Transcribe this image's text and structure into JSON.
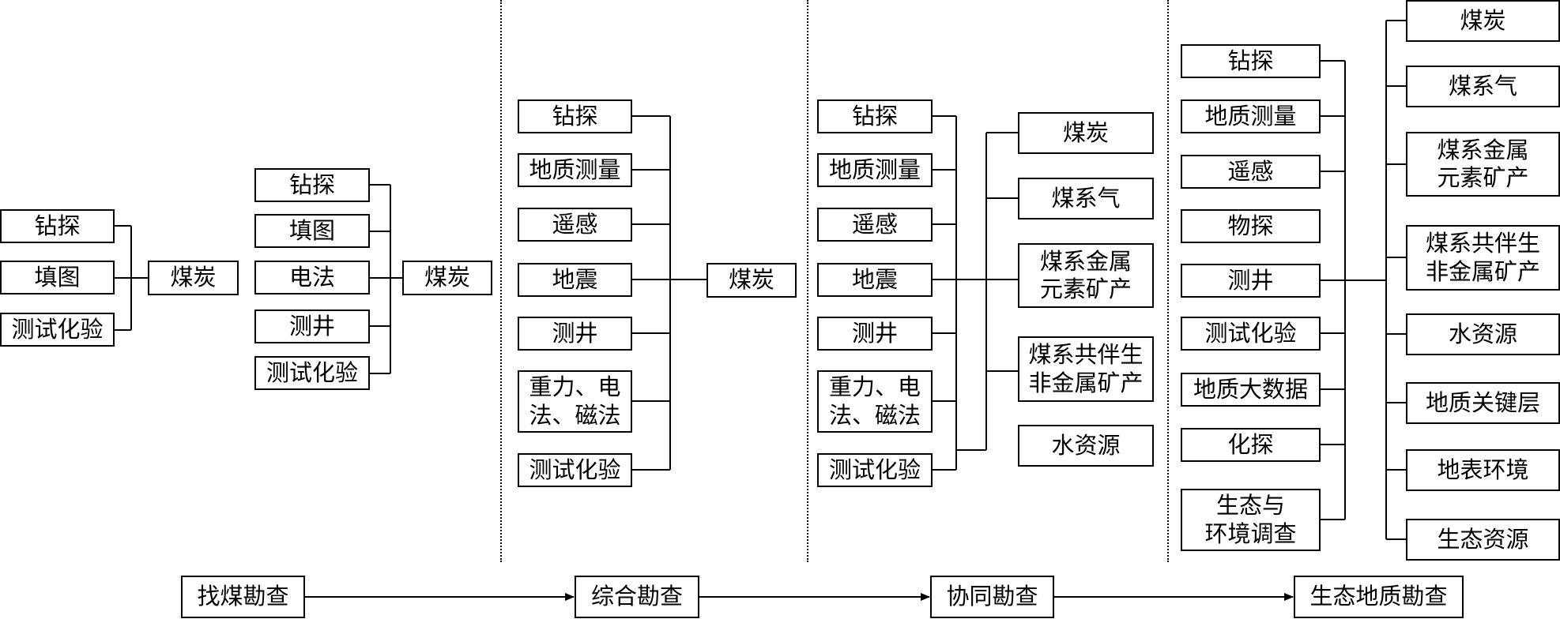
{
  "stage1": {
    "inputs": [
      "钻探",
      "填图",
      "测试化验"
    ],
    "output": "煤炭"
  },
  "stage2": {
    "inputs": [
      "钻探",
      "填图",
      "电法",
      "测井",
      "测试化验"
    ],
    "output": "煤炭"
  },
  "stage3": {
    "inputs": [
      "钻探",
      "地质测量",
      "遥感",
      "地震",
      "测井",
      "重力、电\n法、磁法",
      "测试化验"
    ],
    "output": "煤炭"
  },
  "stage4": {
    "inputs": [
      "钻探",
      "地质测量",
      "遥感",
      "地震",
      "测井",
      "重力、电\n法、磁法",
      "测试化验"
    ],
    "outputs": [
      "煤炭",
      "煤系气",
      "煤系金属\n元素矿产",
      "煤系共伴生\n非金属矿产",
      "水资源"
    ]
  },
  "stage5": {
    "inputs": [
      "钻探",
      "地质测量",
      "遥感",
      "物探",
      "测井",
      "测试化验",
      "地质大数据",
      "化探",
      "生态与\n环境调查"
    ],
    "outputs": [
      "煤炭",
      "煤系气",
      "煤系金属\n元素矿产",
      "煤系共伴生\n非金属矿产",
      "水资源",
      "地质关键层",
      "地表环境",
      "生态资源"
    ]
  },
  "timeline": [
    "找煤勘查",
    "综合勘查",
    "协同勘查",
    "生态地质勘查"
  ]
}
